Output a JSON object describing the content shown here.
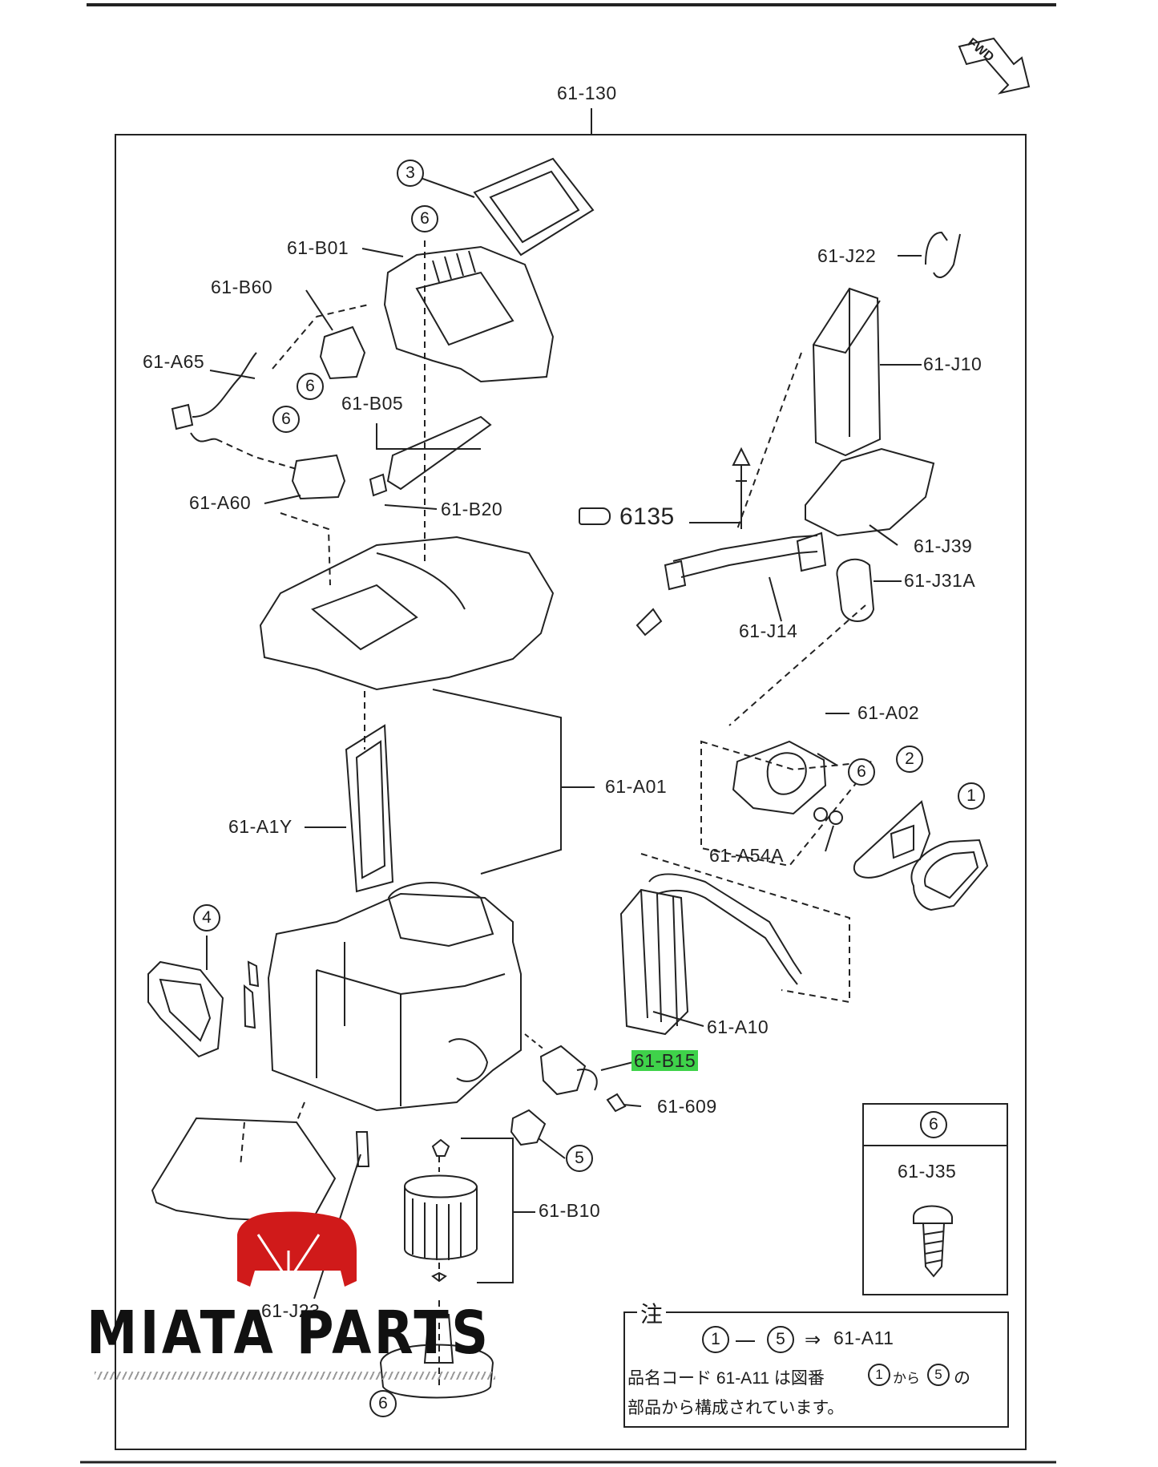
{
  "orientation_label": "FWD",
  "assembly_label": "61-130",
  "labels": {
    "b01": "61-B01",
    "b60": "61-B60",
    "a65": "61-A65",
    "b05": "61-B05",
    "a60": "61-A60",
    "b20": "61-B20",
    "j22": "61-J22",
    "j10": "61-J10",
    "p6135": "6135",
    "j39": "61-J39",
    "j31a": "61-J31A",
    "j14": "61-J14",
    "a02": "61-A02",
    "a01": "61-A01",
    "a1y": "61-A1Y",
    "a54a": "61-A54A",
    "a10": "61-A10",
    "b15": "61-B15",
    "p609": "61-609",
    "b10": "61-B10",
    "j23": "61-J23"
  },
  "callouts": {
    "c1": "1",
    "c2": "2",
    "c3": "3",
    "c4": "4",
    "c5": "5",
    "c6": "6"
  },
  "highlighted_part": "61-B15",
  "legend": {
    "number": "6",
    "part": "61-J35"
  },
  "note": {
    "heading": "注",
    "range_from": "1",
    "range_to": "5",
    "arrow": "⇒",
    "target": "61-A11",
    "line2_prefix": "品名コード 61-A11 は図番",
    "line2_mid": "から",
    "line2_suffix": "の",
    "line3": "部品から構成されています。"
  },
  "brand": "MIATA PARTS",
  "colors": {
    "highlight": "#3fd24a",
    "logo_red": "#d01a1a",
    "line": "#222222"
  }
}
